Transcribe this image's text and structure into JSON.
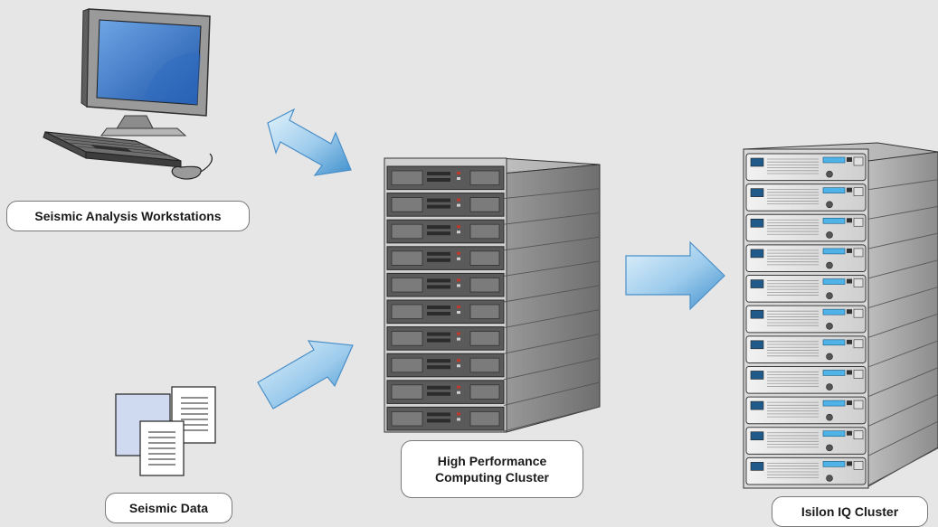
{
  "nodes": {
    "workstations": {
      "label": "Seismic Analysis Workstations",
      "icon": "desktop-computer-icon"
    },
    "seismic_data": {
      "label": "Seismic Data",
      "icon": "documents-icon"
    },
    "hpc": {
      "label_line1": "High Performance",
      "label_line2": "Computing Cluster",
      "icon": "server-rack-icon"
    },
    "isilon": {
      "label": "Isilon IQ Cluster",
      "icon": "storage-rack-icon"
    }
  },
  "edges": [
    {
      "from": "workstations",
      "to": "hpc",
      "direction": "bidirectional"
    },
    {
      "from": "seismic_data",
      "to": "hpc",
      "direction": "forward"
    },
    {
      "from": "hpc",
      "to": "isilon",
      "direction": "forward"
    }
  ],
  "colors": {
    "background": "#e6e6e6",
    "arrow_light": "#d6ecf9",
    "arrow_dark": "#3f8fcc",
    "server_dark": "#4d4d4d",
    "server_mid": "#8a8a8a",
    "screen_blue": "#3f7fd0",
    "display_blue": "#4fb3e8"
  }
}
